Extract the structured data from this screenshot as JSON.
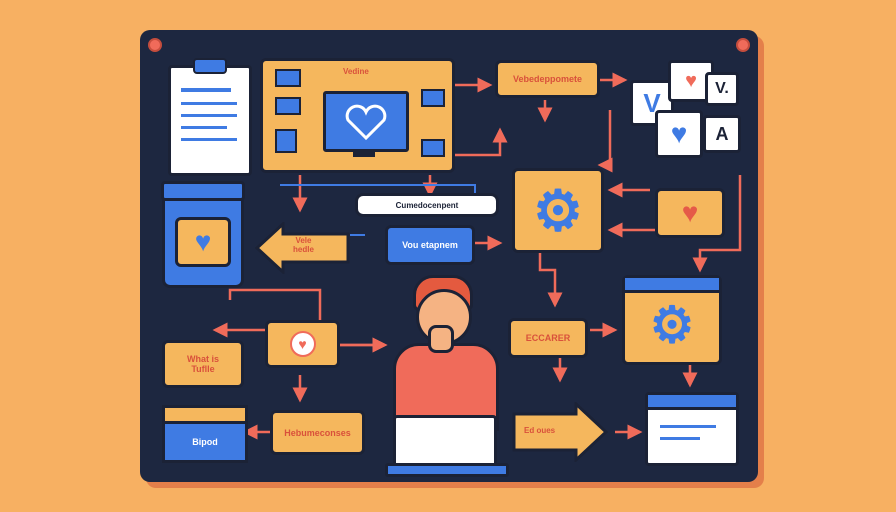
{
  "labels": {
    "top_screen_label": "Vedine",
    "top_right_box": "Vebedeppomete",
    "component_pill": "Cumedocenpent",
    "left_arrow_label": "Vele\nhedle",
    "blue_button": "Vou etapnem",
    "what_is_label": "What is\nTuflle",
    "box_label": "Bipod",
    "bottom_center_box": "Hebumeconses",
    "arrow_bottom": "Ed oues",
    "ecca_box": "Eccarer",
    "card_v": "V",
    "card_a": "A",
    "card_v2": "V."
  },
  "colors": {
    "background": "#f7b062",
    "board": "#1d2740",
    "box": "#f5b75d",
    "accent_blue": "#3f7be3",
    "accent_red": "#f06b5a"
  }
}
